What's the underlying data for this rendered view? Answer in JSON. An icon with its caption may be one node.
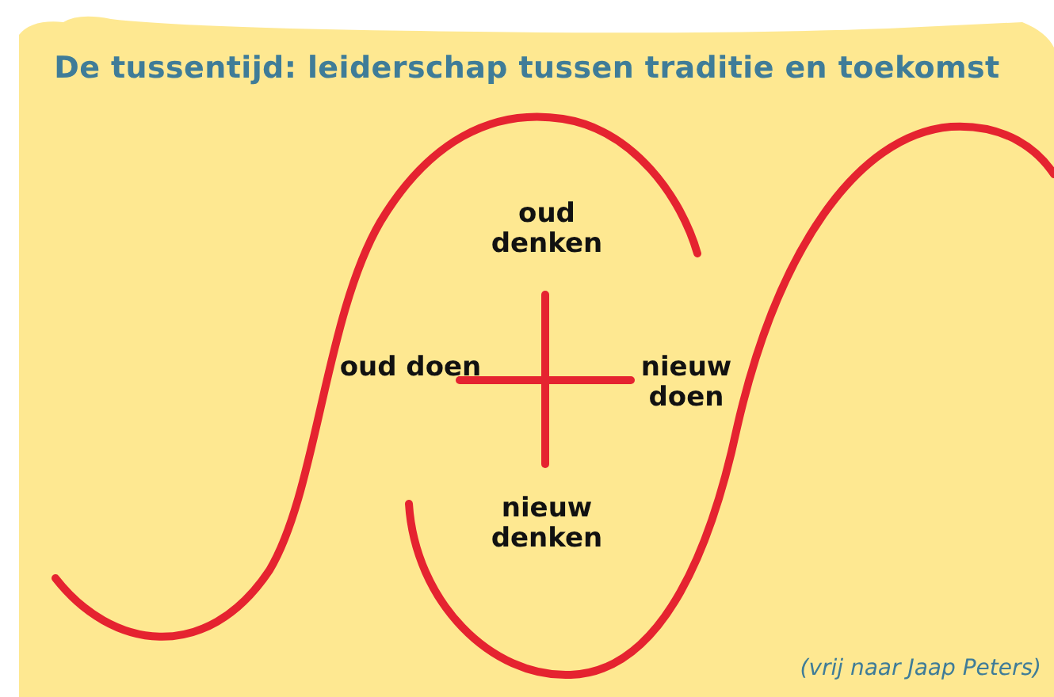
{
  "diagram": {
    "title": "De tussentijd: leiderschap tussen traditie en toekomst",
    "caption": "(vrij naar Jaap Peters)",
    "labels": [
      "oud denken",
      "oud doen",
      "nieuw doen",
      "nieuw denken"
    ]
  }
}
